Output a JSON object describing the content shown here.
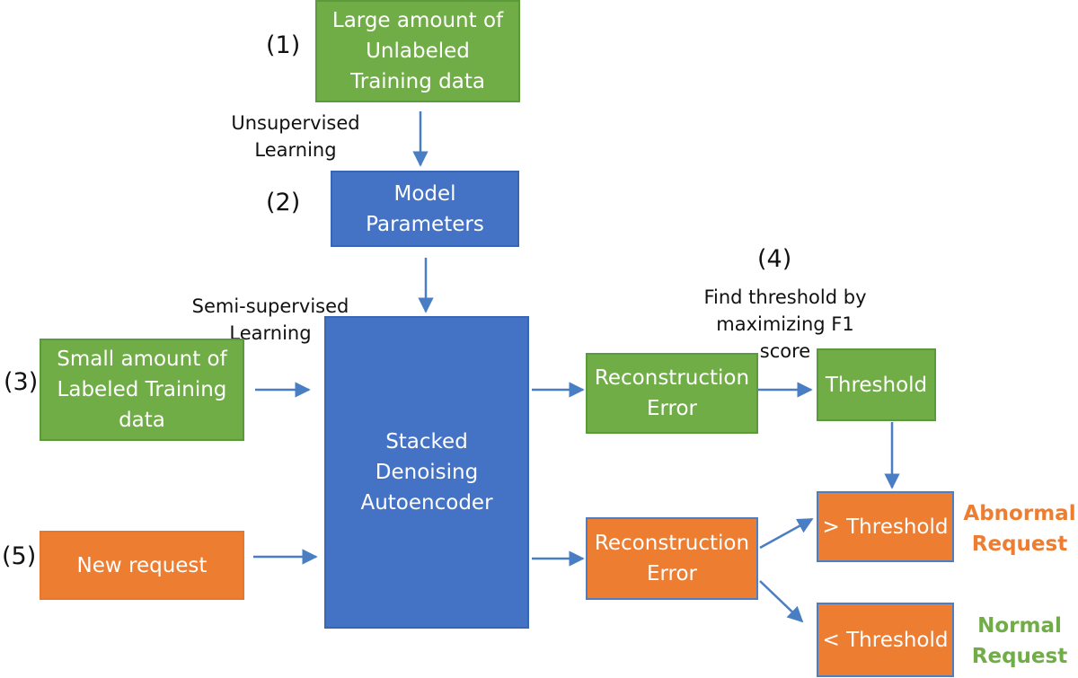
{
  "steps": {
    "s1": "(1)",
    "s2": "(2)",
    "s3": "(3)",
    "s4": "(4)",
    "s5": "(5)"
  },
  "boxes": {
    "unlabeled_data": "Large amount of\nUnlabeled\nTraining data",
    "model_parameters": "Model\nParameters",
    "labeled_data": "Small amount of\nLabeled Training\ndata",
    "new_request": "New request",
    "autoencoder": "Stacked\nDenoising\nAutoencoder",
    "recon_error_train": "Reconstruction\nError",
    "threshold": "Threshold",
    "recon_error_new": "Reconstruction\nError",
    "above_threshold": "> Threshold",
    "below_threshold": "< Threshold"
  },
  "edge_labels": {
    "unsupervised": "Unsupervised\nLearning",
    "semi_supervised": "Semi-supervised\nLearning",
    "find_threshold": "Find threshold by\nmaximizing F1\nscore"
  },
  "results": {
    "abnormal": "Abnormal\nRequest",
    "normal": "Normal\nRequest"
  },
  "colors": {
    "green": "#70AD47",
    "blue": "#4472C4",
    "orange": "#ED7D31",
    "arrow": "#4A7EC4",
    "abnormal_text": "#ED7D31",
    "normal_text": "#70AD47"
  }
}
